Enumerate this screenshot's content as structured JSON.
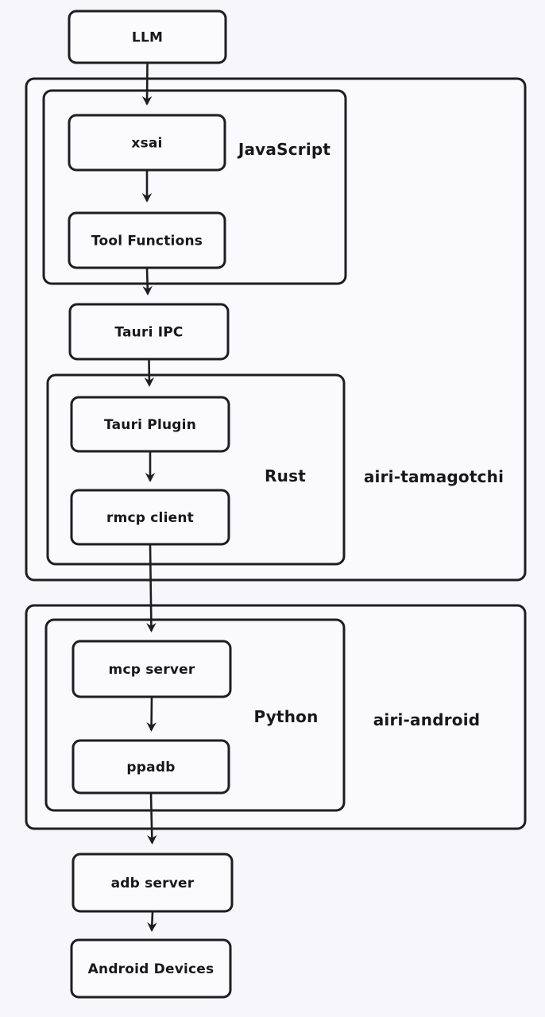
{
  "diagram": {
    "type": "flowchart",
    "style": "hand-drawn",
    "colors": {
      "background": "#f7f7fb",
      "stroke": "#1d1d22",
      "text": "#17171c",
      "node_fill": "#fbfbfe"
    },
    "nodes": {
      "llm": "LLM",
      "xsai": "xsai",
      "tool_functions": "Tool Functions",
      "tauri_ipc": "Tauri IPC",
      "tauri_plugin": "Tauri Plugin",
      "rmcp_client": "rmcp client",
      "mcp_server": "mcp server",
      "ppadb": "ppadb",
      "adb_server": "adb server",
      "android_devices": "Android Devices"
    },
    "containers": {
      "javascript": "JavaScript",
      "rust": "Rust",
      "airi_tamagotchi": "airi-tamagotchi",
      "python": "Python",
      "airi_android": "airi-android"
    },
    "edges": [
      {
        "from": "LLM",
        "to": "xsai"
      },
      {
        "from": "xsai",
        "to": "Tool Functions"
      },
      {
        "from": "Tool Functions",
        "to": "Tauri IPC"
      },
      {
        "from": "Tauri IPC",
        "to": "Tauri Plugin"
      },
      {
        "from": "Tauri Plugin",
        "to": "rmcp client"
      },
      {
        "from": "rmcp client",
        "to": "mcp server"
      },
      {
        "from": "mcp server",
        "to": "ppadb"
      },
      {
        "from": "ppadb",
        "to": "adb server"
      },
      {
        "from": "adb server",
        "to": "Android Devices"
      }
    ]
  }
}
